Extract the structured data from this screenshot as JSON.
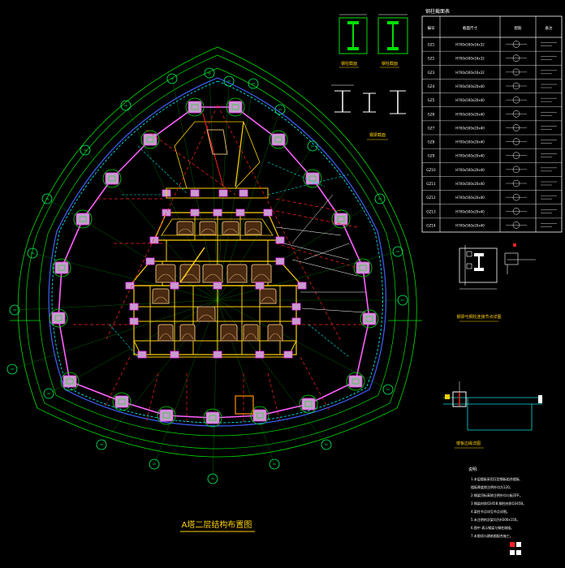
{
  "drawing": {
    "main_title": "A塔二层结构布置图",
    "colors": {
      "background": "#000000",
      "grid": "#00e000",
      "axis_bubble": "#00ff66",
      "beam": "#ffd000",
      "column": "#ff40ff",
      "column_fill": "#c89bd0",
      "hatch": "#e0b070",
      "secondary": "#ff2020",
      "dimension": "#ffffff",
      "accent_cyan": "#00ffff",
      "accent_blue": "#4060ff",
      "cyan_lines": "#00e0e0",
      "table_line": "#ffffff"
    }
  },
  "table": {
    "title": "钢柱截面表",
    "headers": [
      "编号",
      "截面尺寸",
      "配筋",
      "备注"
    ],
    "rows": [
      {
        "id": "GZ1",
        "spec": "H700x500x16x32"
      },
      {
        "id": "GZ2",
        "spec": "H700x500x16x32"
      },
      {
        "id": "GZ3",
        "spec": "H700x500x16x32"
      },
      {
        "id": "GZ4",
        "spec": "H700x500x20x40"
      },
      {
        "id": "GZ5",
        "spec": "H700x500x20x40"
      },
      {
        "id": "GZ6",
        "spec": "H700x500x20x40"
      },
      {
        "id": "GZ7",
        "spec": "H700x500x20x40"
      },
      {
        "id": "GZ8",
        "spec": "H700x500x20x40"
      },
      {
        "id": "GZ9",
        "spec": "H700x500x20x40"
      },
      {
        "id": "GZ10",
        "spec": "H700x500x20x40"
      },
      {
        "id": "GZ11",
        "spec": "H700x500x20x40"
      },
      {
        "id": "GZ12",
        "spec": "H700x500x20x40"
      },
      {
        "id": "GZ13",
        "spec": "H700x500x20x40"
      },
      {
        "id": "GZ14",
        "spec": "H700x500x20x40"
      }
    ]
  },
  "details": {
    "col_detail_1": "钢柱截面",
    "col_detail_2": "钢柱截面",
    "beam_detail": "钢梁截面",
    "node_detail": "钢梁与钢柱连接节点详图",
    "edge_detail": "楼板边缘详图"
  },
  "notes": {
    "title": "说明:",
    "lines": [
      "1.本层楼板采用压型钢板组合楼板,",
      "  楼板厚度除注明外均为120。",
      "2.钢梁顶标高除注明外均与板顶平。",
      "3.钢梁材质Q345B,钢柱材质Q345B。",
      "4.梁柱节点详见节点详图。",
      "5.未注明的次梁均为H300x150。",
      "6.图中  表示钢梁与钢柱刚接。",
      "7.本图须与建筑图配合施工。"
    ]
  }
}
